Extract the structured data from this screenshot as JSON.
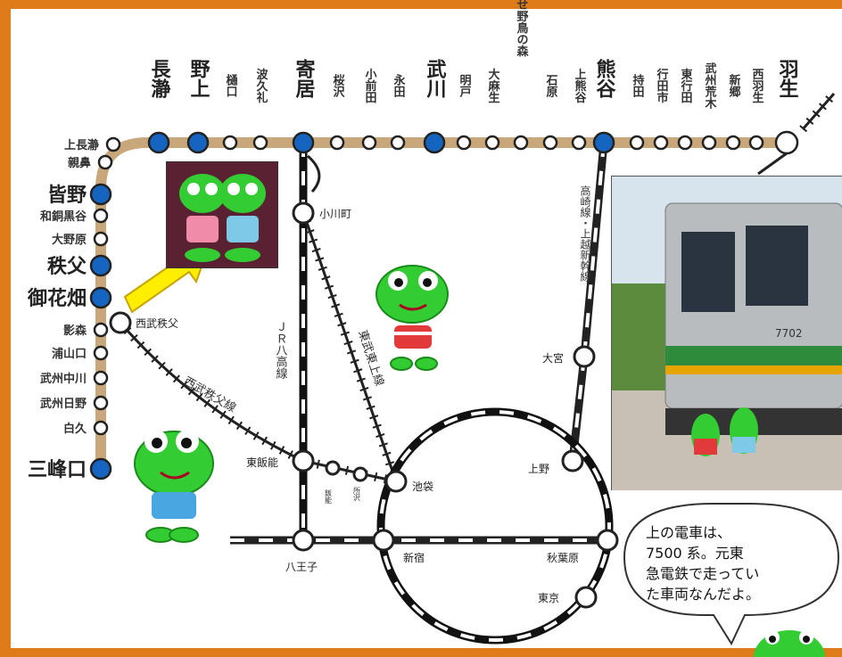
{
  "colors": {
    "border": "#e07b1a",
    "tozai_line": "#c8a77b",
    "major_station": "#1565c0",
    "frog_green": "#33cc33",
    "arrow": "#ffee00"
  },
  "chichibu_line_top": {
    "stations": [
      {
        "name": "長瀞",
        "major": true
      },
      {
        "name": "野上",
        "major": true
      },
      {
        "name": "樋口",
        "major": false
      },
      {
        "name": "波久礼",
        "major": false
      },
      {
        "name": "寄居",
        "major": true
      },
      {
        "name": "桜沢",
        "major": false
      },
      {
        "name": "小前田",
        "major": false
      },
      {
        "name": "永田",
        "major": false
      },
      {
        "name": "武川",
        "major": true
      },
      {
        "name": "明戸",
        "major": false
      },
      {
        "name": "大麻生",
        "major": false
      },
      {
        "name": "ひろせ野鳥の森",
        "major": false
      },
      {
        "name": "石原",
        "major": false
      },
      {
        "name": "上熊谷",
        "major": false
      },
      {
        "name": "熊谷",
        "major": true
      },
      {
        "name": "持田",
        "major": false
      },
      {
        "name": "行田市",
        "major": false
      },
      {
        "name": "東行田",
        "major": false
      },
      {
        "name": "武州荒木",
        "major": false
      },
      {
        "name": "新郷",
        "major": false
      },
      {
        "name": "西羽生",
        "major": false
      },
      {
        "name": "羽生",
        "major": true
      }
    ]
  },
  "chichibu_line_left": {
    "stations": [
      {
        "name": "上長瀞",
        "major": false
      },
      {
        "name": "親鼻",
        "major": false
      },
      {
        "name": "皆野",
        "major": true
      },
      {
        "name": "和銅黒谷",
        "major": false
      },
      {
        "name": "大野原",
        "major": false
      },
      {
        "name": "秩父",
        "major": true
      },
      {
        "name": "御花畑",
        "major": true
      },
      {
        "name": "影森",
        "major": false
      },
      {
        "name": "浦山口",
        "major": false
      },
      {
        "name": "武州中川",
        "major": false
      },
      {
        "name": "武州日野",
        "major": false
      },
      {
        "name": "白久",
        "major": false
      },
      {
        "name": "三峰口",
        "major": true
      }
    ]
  },
  "other_stations": {
    "ogawamachi": "小川町",
    "seibu_chichibu": "西武秩父",
    "ohmiya": "大宮",
    "higashi_hanno": "東飯能",
    "hanno": "飯能",
    "tokorozawa": "所沢",
    "ikebukuro": "池袋",
    "ueno": "上野",
    "hachioji": "八王子",
    "shinjuku": "新宿",
    "akihabara": "秋葉原",
    "tokyo": "東京"
  },
  "line_labels": {
    "jr_hachiko": "ＪＲ八高線",
    "tobu_tojo": "東武東上線",
    "seibu_chichibu_line": "西武秩父線",
    "takasaki_joetsu": "高崎線・上越新幹線"
  },
  "speech_bubble": {
    "lines": [
      "上の電車は、",
      "7500 系。元東",
      "急電鉄で走ってい",
      "た車両なんだよ。"
    ]
  },
  "photo": {
    "train_number": "7702"
  }
}
